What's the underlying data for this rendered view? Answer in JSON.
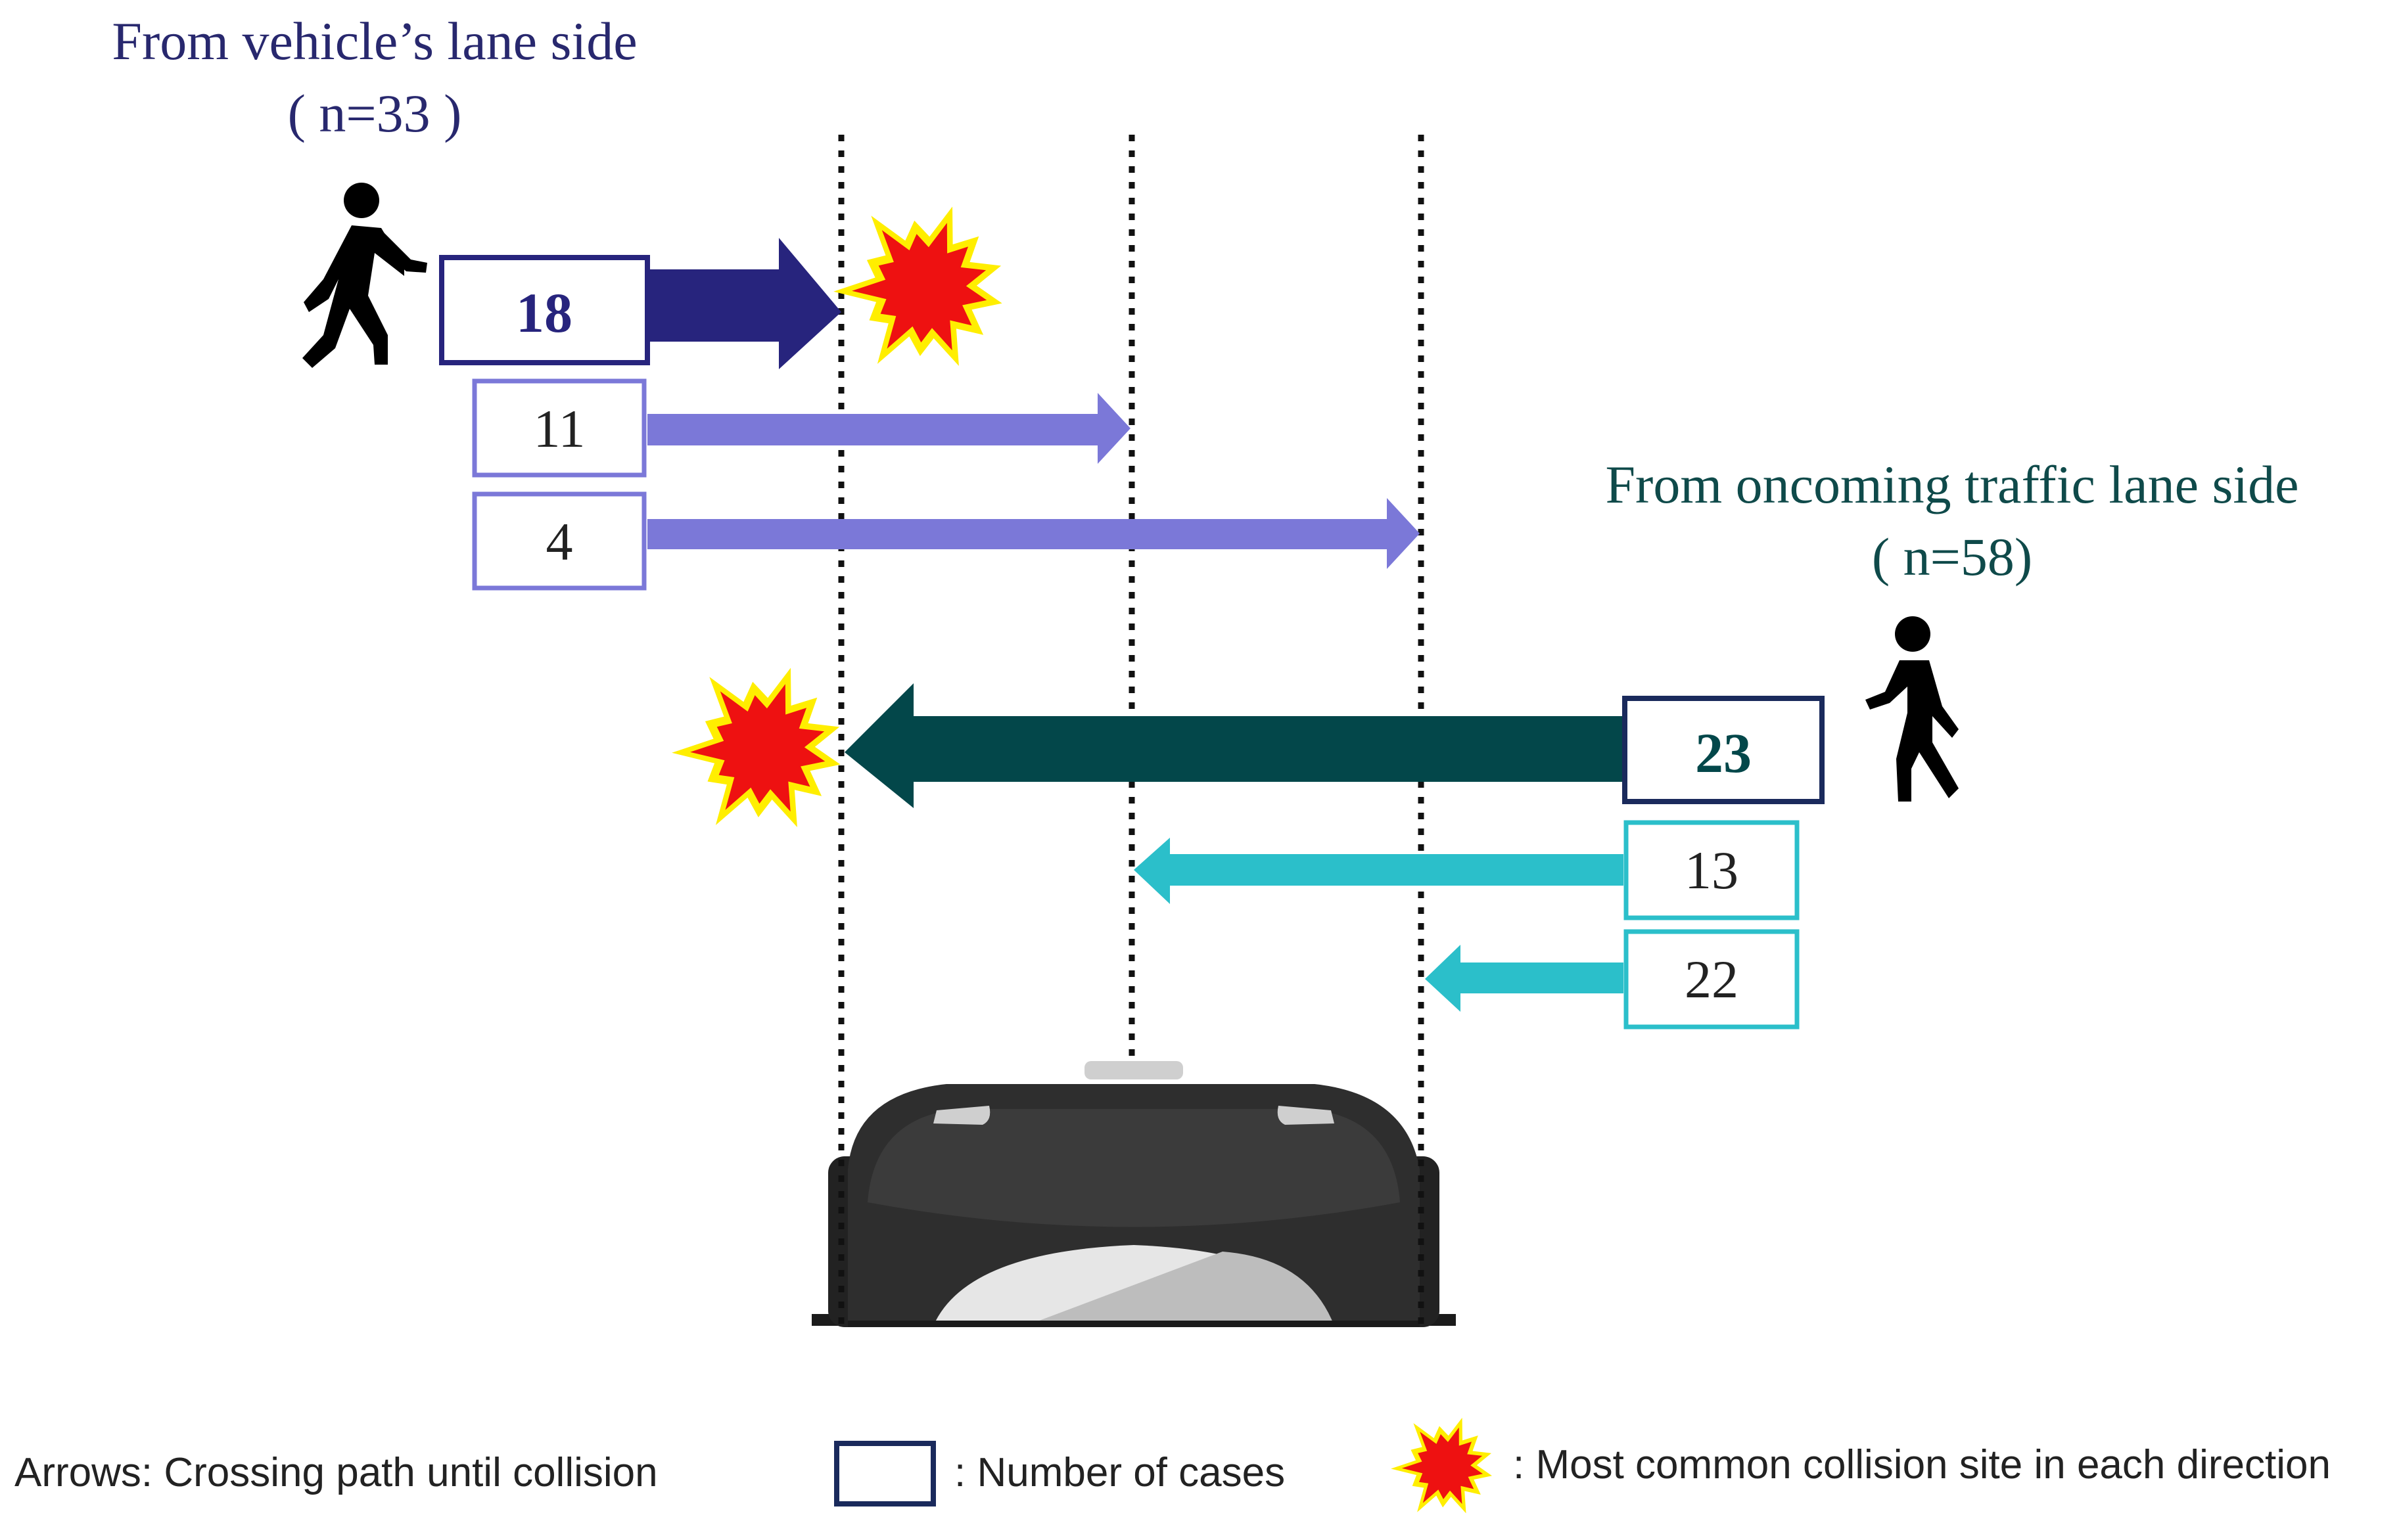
{
  "left_group": {
    "title": "From vehicle’s lane side",
    "count": "( n=33 )",
    "title_color": "#28286e",
    "boxes": [
      {
        "value": "18",
        "bold": true,
        "box_color": "#27247d",
        "arrow_color": "#27247d",
        "lane_end": 1
      },
      {
        "value": "11",
        "bold": false,
        "box_color": "#7b78d8",
        "arrow_color": "#7b78d8",
        "lane_end": 2
      },
      {
        "value": "4",
        "bold": false,
        "box_color": "#7b78d8",
        "arrow_color": "#7b78d8",
        "lane_end": 3
      }
    ]
  },
  "right_group": {
    "title": "From oncoming traffic lane side",
    "count": "( n=58)",
    "title_color": "#0f4a4a",
    "boxes": [
      {
        "value": "23",
        "bold": true,
        "box_color": "#1a2a5c",
        "arrow_color": "#03474a",
        "lane_end": 1
      },
      {
        "value": "13",
        "bold": false,
        "box_color": "#2bbfca",
        "arrow_color": "#2bbfca",
        "lane_end": 2
      },
      {
        "value": "22",
        "bold": false,
        "box_color": "#2bbfca",
        "arrow_color": "#2bbfca",
        "lane_end": 3
      }
    ]
  },
  "legend": {
    "arrows_text": "Arrows: Crossing path until collision",
    "box_text": ": Number of cases",
    "star_text": ": Most common collision site in each direction"
  },
  "colors": {
    "text_dark": "#222222",
    "lane_line": "#111111",
    "star_fill": "#ee1111",
    "star_outline": "#ffee00",
    "car_body": "#2e2e2e"
  }
}
